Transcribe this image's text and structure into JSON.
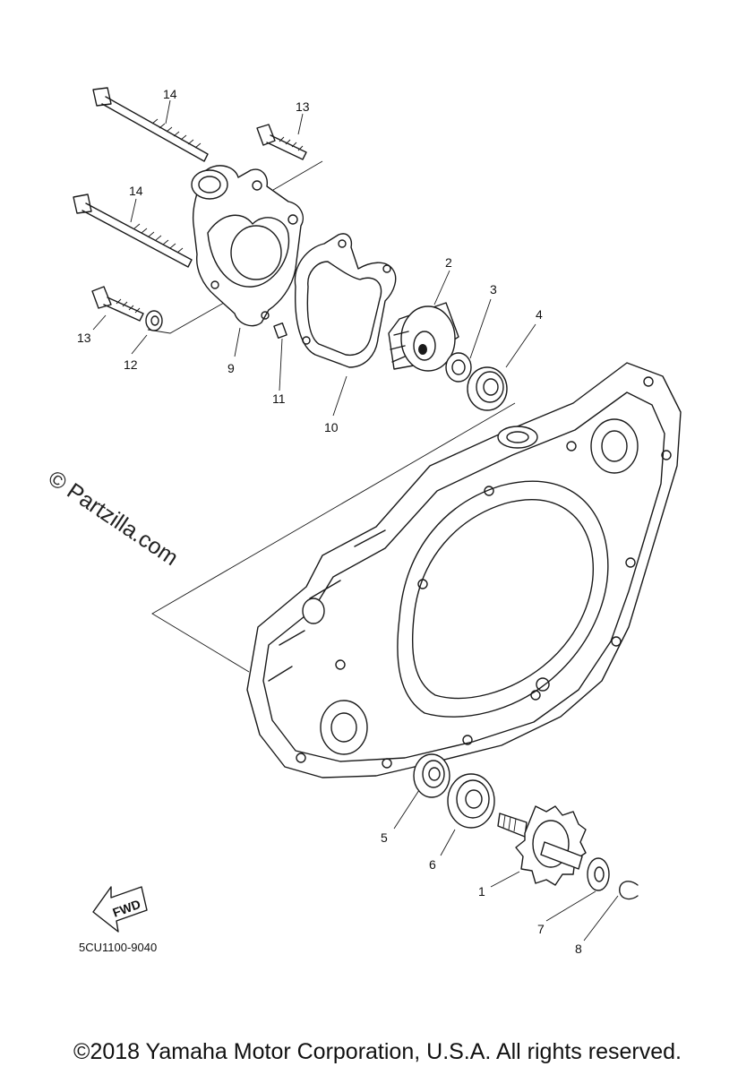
{
  "diagram": {
    "callouts": [
      "14",
      "13",
      "14",
      "13",
      "12",
      "9",
      "11",
      "10",
      "2",
      "3",
      "4",
      "5",
      "6",
      "1",
      "7",
      "8"
    ],
    "watermark": "© Partzilla.com",
    "fwd_badge": "FWD",
    "drawing_code": "5CU1100-9040"
  },
  "footer": {
    "copyright": "©2018 Yamaha Motor Corporation, U.S.A. All rights reserved."
  }
}
